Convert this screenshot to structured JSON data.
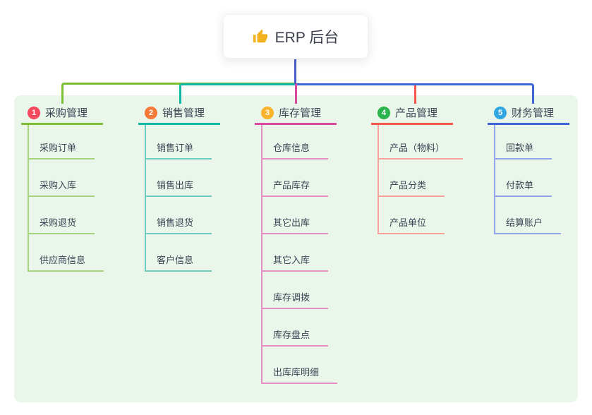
{
  "root": {
    "title": "ERP 后台",
    "icon": "thumbs-up-icon"
  },
  "branches": [
    {
      "num": "1",
      "label": "采购管理",
      "children": [
        "采购订单",
        "采购入库",
        "采购退货",
        "供应商信息"
      ]
    },
    {
      "num": "2",
      "label": "销售管理",
      "children": [
        "销售订单",
        "销售出库",
        "销售退货",
        "客户信息"
      ]
    },
    {
      "num": "3",
      "label": "库存管理",
      "children": [
        "仓库信息",
        "产品库存",
        "其它出库",
        "其它入库",
        "库存调拨",
        "库存盘点",
        "出库库明细"
      ]
    },
    {
      "num": "4",
      "label": "产品管理",
      "children": [
        "产品（物料）",
        "产品分类",
        "产品单位"
      ]
    },
    {
      "num": "5",
      "label": "财务管理",
      "children": [
        "回款单",
        "付款单",
        "结算账户"
      ]
    }
  ],
  "colors": {
    "root_line": "#4a5cc8",
    "panel_bg": "#e9f6e9",
    "badges": [
      "#f54a5e",
      "#f57a38",
      "#f9b32b",
      "#2cb44e",
      "#31a6e2"
    ],
    "branch_lines": [
      "#7cbe36",
      "#10b7a5",
      "#d74a9f",
      "#f4574e",
      "#3e66d5"
    ],
    "child_lines": [
      "#a9d47e",
      "#6cccc0",
      "#e490c4",
      "#f8a19b",
      "#92a5e6"
    ],
    "icon_color": "#f2b11e"
  }
}
